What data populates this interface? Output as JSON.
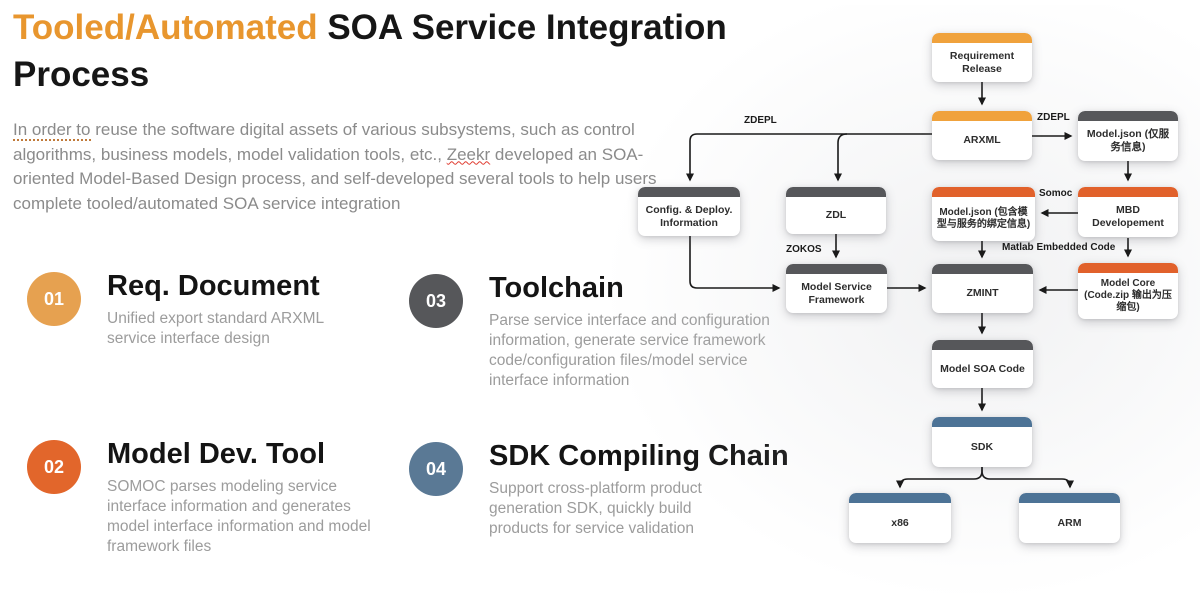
{
  "header": {
    "title_highlight": "Tooled/Automated",
    "title_rest": " SOA Service Integration",
    "title_line2": "Process"
  },
  "intro": {
    "lead": "In order to",
    "middle": " reuse the software digital assets of various subsystems, such as control algorithms, business models, model validation tools, etc., ",
    "brand": "Zeekr",
    "tail": " developed an SOA-oriented Model-Based Design process, and self-developed several tools to help users complete tooled/automated SOA service integration"
  },
  "features": [
    {
      "number": "01",
      "title": "Req. Document",
      "description": "Unified export standard ARXML service interface design",
      "color": "#E6A150"
    },
    {
      "number": "02",
      "title": "Model Dev. Tool",
      "description": "SOMOC parses modeling service interface information and generates model interface information and model framework files",
      "color": "#E2662B"
    },
    {
      "number": "03",
      "title": "Toolchain",
      "description": "Parse service interface and configuration information, generate service framework code/configuration files/model service interface information",
      "color": "#56575A"
    },
    {
      "number": "04",
      "title": "SDK Compiling Chain",
      "description": "Support cross-platform product generation SDK, quickly build products for service validation",
      "color": "#5A7995"
    }
  ],
  "flowchart": {
    "nodes": [
      {
        "id": "requirement-release",
        "label": "Requirement Release",
        "color": "#F0A23C"
      },
      {
        "id": "arxml",
        "label": "ARXML",
        "color": "#F0A23C"
      },
      {
        "id": "modeljson-service",
        "label": "Model.json (仅服务信息)",
        "color": "#56575A"
      },
      {
        "id": "config-deploy",
        "label": "Config. & Deploy. Information",
        "color": "#56575A"
      },
      {
        "id": "zdl",
        "label": "ZDL",
        "color": "#56575A"
      },
      {
        "id": "modeljson-binding",
        "label": "Model.json (包含模型与服务的绑定信息)",
        "color": "#E1612B"
      },
      {
        "id": "mbd-development",
        "label": "MBD Developement",
        "color": "#E1612B"
      },
      {
        "id": "model-service-framework",
        "label": "Model Service Framework",
        "color": "#56575A"
      },
      {
        "id": "zmint",
        "label": "ZMINT",
        "color": "#56575A"
      },
      {
        "id": "model-core",
        "label": "Model Core (Code.zip 输出为压缩包)",
        "color": "#E1612B"
      },
      {
        "id": "model-soa-code",
        "label": "Model SOA Code",
        "color": "#56575A"
      },
      {
        "id": "sdk",
        "label": "SDK",
        "color": "#4D7396"
      },
      {
        "id": "x86",
        "label": "x86",
        "color": "#4D7396"
      },
      {
        "id": "arm",
        "label": "ARM",
        "color": "#4D7396"
      }
    ],
    "edge_labels": [
      {
        "text": "ZDEPL"
      },
      {
        "text": "ZDEPL"
      },
      {
        "text": "Somoc"
      },
      {
        "text": "ZOKOS"
      },
      {
        "text": "Matlab Embedded Code"
      }
    ]
  }
}
